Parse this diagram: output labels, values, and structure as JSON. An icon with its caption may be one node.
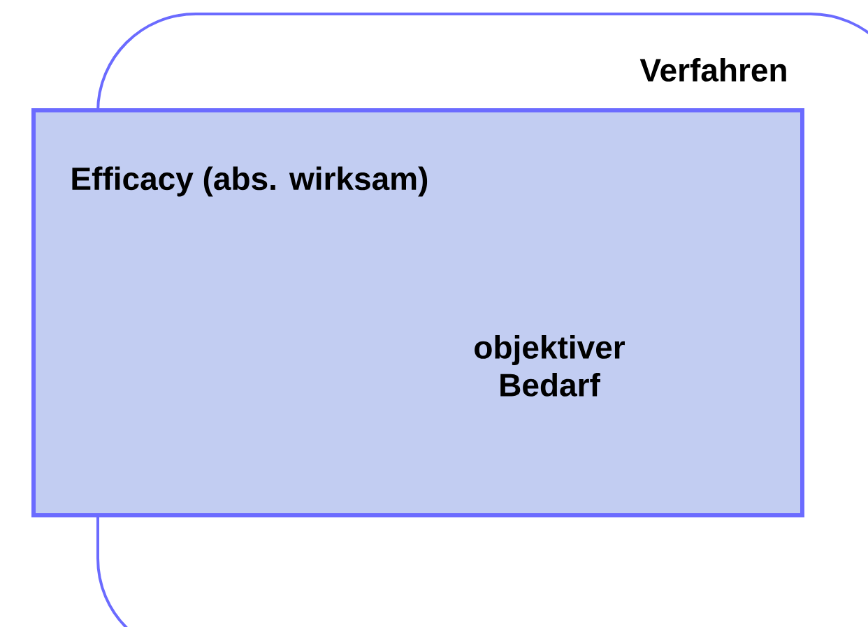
{
  "diagram": {
    "nodes": [
      {
        "text": [
          "Verfahren"
        ]
      },
      {
        "text": [
          "Efficacy (abs. wirksam)",
          "objektiver Bedarf"
        ]
      }
    ]
  }
}
